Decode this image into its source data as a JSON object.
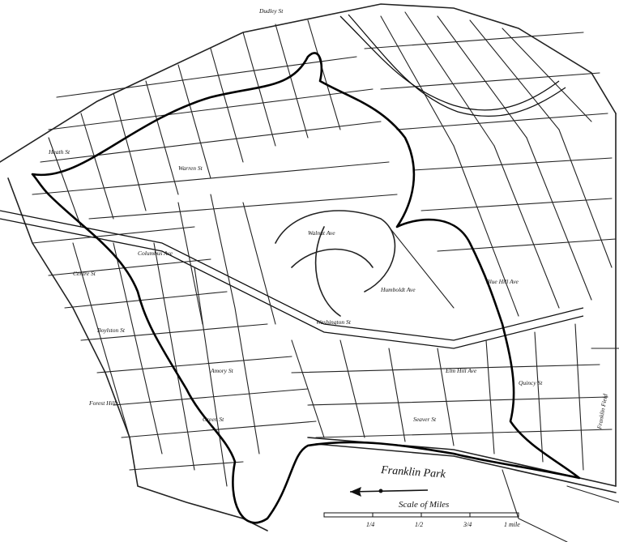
{
  "map": {
    "park_label": "Franklin Park",
    "field_label": "Franklin Field",
    "scale": {
      "title": "Scale of Miles",
      "ticks": [
        "1/4",
        "1/2",
        "3/4",
        "1 mile"
      ]
    },
    "street_labels": [
      "Dudley St",
      "Warren St",
      "Blue Hill Ave",
      "Columbus Ave",
      "Seaver St",
      "Elm Hill Ave",
      "Quincy St",
      "Humboldt Ave",
      "Walnut Ave",
      "Washington St",
      "Forest Hills",
      "Green St",
      "Boylston St",
      "Centre St",
      "Amory St",
      "Heath St"
    ],
    "colors": {
      "ink": "#111111",
      "paper": "#ffffff"
    }
  }
}
